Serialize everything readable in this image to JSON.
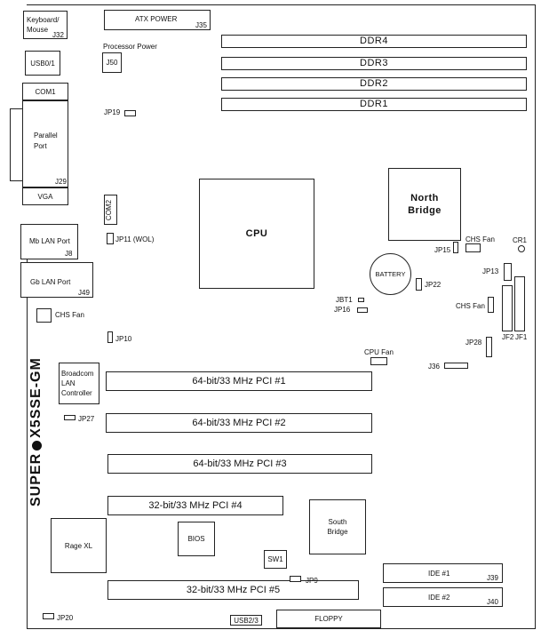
{
  "labels": {
    "keyboard": "Keyboard/\nMouse",
    "j32": "J32",
    "atx": "ATX POWER",
    "j35": "J35",
    "proc_power": "Processor Power",
    "j50": "J50",
    "usb01": "USB0/1",
    "com1": "COM1",
    "parallel": "Parallel\nPort",
    "j29": "J29",
    "vga": "VGA",
    "com2": "COM2",
    "jp11": "JP11 (WOL)",
    "mb_lan": "Mb LAN Port",
    "j8": "J8",
    "gb_lan": "Gb  LAN Port",
    "j49": "J49",
    "chs_fan": "CHS Fan",
    "jp19": "JP19",
    "jp10": "JP10",
    "broadcom": "Broadcom\nLAN\nController",
    "jp27": "JP27",
    "ddr4": "DDR4",
    "ddr3": "DDR3",
    "ddr2": "DDR2",
    "ddr1": "DDR1",
    "cpu": "CPU",
    "north_bridge": "North\nBridge",
    "chs_fan_1": "CHS Fan",
    "cr1": "CR1",
    "jp15": "JP15",
    "battery": "BATTERY",
    "jp22": "JP22",
    "jp13": "JP13",
    "jbt1": "JBT1",
    "jp16": "JP16",
    "chs_fan_2": "CHS Fan",
    "jp28": "JP28",
    "jf2": "JF2",
    "jf1": "JF1",
    "cpu_fan": "CPU Fan",
    "j36": "J36",
    "pci1": "64-bit/33 MHz PCI #1",
    "pci2": "64-bit/33 MHz PCI #2",
    "pci3": "64-bit/33 MHz PCI #3",
    "pci4": "32-bit/33 MHz PCI #4",
    "pci5": "32-bit/33 MHz PCI #5",
    "rage": "Rage XL",
    "bios": "BIOS",
    "south_bridge": "South\nBridge",
    "sw1": "SW1",
    "jp9": "JP9",
    "ide1": "IDE #1",
    "j39": "J39",
    "ide2": "IDE #2",
    "j40": "J40",
    "jp20": "JP20",
    "usb23": "USB2/3",
    "floppy": "FLOPPY",
    "brand": "SUPER",
    "model": "X5SSE-GM"
  }
}
